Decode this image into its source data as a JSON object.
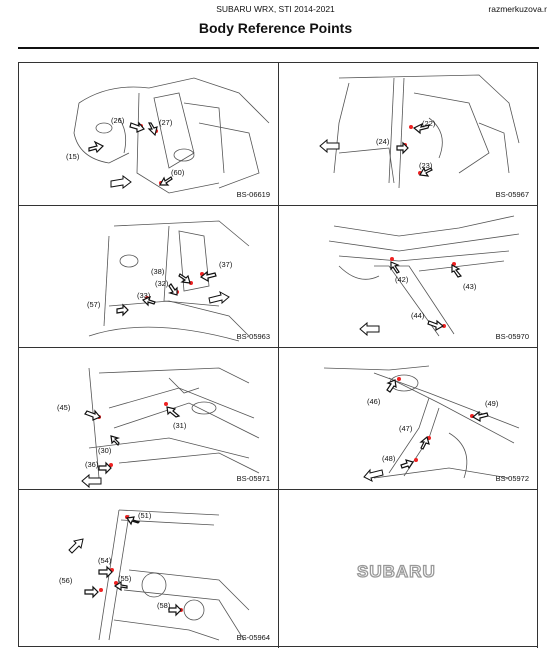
{
  "header": {
    "subtitle": "SUBARU WRX, STI 2014-2021",
    "site": "razmerkuzova.r",
    "title": "Body Reference Points"
  },
  "panels": [
    {
      "code": "BS-06619",
      "labels": [
        "(15)",
        "(26)",
        "(27)",
        "(60)"
      ]
    },
    {
      "code": "BS-05967",
      "labels": [
        "(22)",
        "(24)",
        "(23)"
      ]
    },
    {
      "code": "BS-05963",
      "labels": [
        "(37)",
        "(38)",
        "(32)",
        "(33)",
        "(57)"
      ]
    },
    {
      "code": "BS-05970",
      "labels": [
        "(42)",
        "(43)",
        "(44)"
      ]
    },
    {
      "code": "BS-05971",
      "labels": [
        "(45)",
        "(31)",
        "(30)",
        "(36)"
      ]
    },
    {
      "code": "BS-05972",
      "labels": [
        "(46)",
        "(49)",
        "(47)",
        "(48)"
      ]
    },
    {
      "code": "BS-05964",
      "labels": [
        "(51)",
        "(54)",
        "(55)",
        "(56)",
        "(58)"
      ]
    }
  ],
  "logo": "SUBARU"
}
